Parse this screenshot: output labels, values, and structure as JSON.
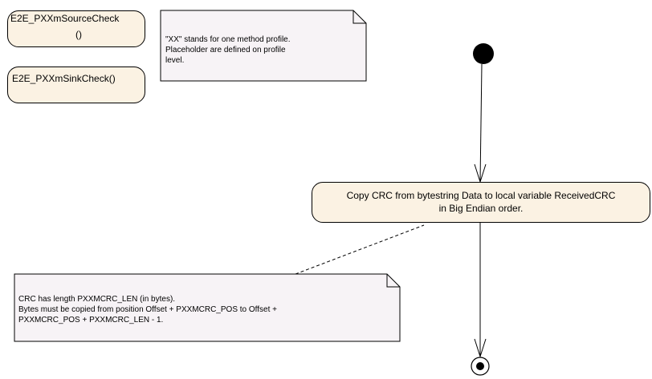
{
  "activities": {
    "source_check": {
      "name": "E2E_PXXmSourceCheck",
      "params": "()"
    },
    "sink_check": {
      "name": "E2E_PXXmSinkCheck()"
    },
    "copy_crc": {
      "line1": "Copy CRC from bytestring Data to local variable ReceivedCRC",
      "line2": "in Big Endian order."
    }
  },
  "notes": {
    "profile": {
      "line1": "\"XX\" stands for one method profile.",
      "line2": "Placeholder are defined on profile",
      "line3": "level."
    },
    "crc": {
      "line1": "CRC has length PXXMCRC_LEN (in bytes).",
      "line2": "Bytes must be copied from position Offset + PXXMCRC_POS to Offset +",
      "line3": "PXXMCRC_POS + PXXMCRC_LEN - 1."
    }
  },
  "colors": {
    "activity_fill": "#fbf2e3",
    "note_fill": "#f7f3f6",
    "line": "#000000"
  },
  "icons": [
    "rake-icon",
    "initial-node-icon",
    "final-node-icon"
  ]
}
